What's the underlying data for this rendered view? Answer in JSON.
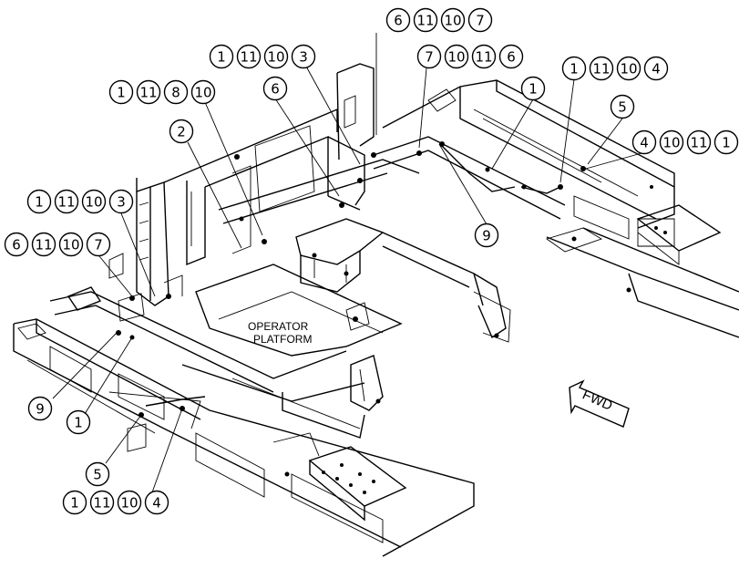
{
  "callout_groups": [
    {
      "name": "callout-group-6-11-10-7-top",
      "nums": [
        "6",
        "11",
        "10",
        "7"
      ]
    },
    {
      "name": "callout-group-1-11-10-3-top",
      "nums": [
        "1",
        "11",
        "10",
        "3"
      ]
    },
    {
      "name": "callout-group-7-10-11-6",
      "nums": [
        "7",
        "10",
        "11",
        "6"
      ]
    },
    {
      "name": "callout-group-1-11-10-4-right",
      "nums": [
        "1",
        "11",
        "10",
        "4"
      ]
    },
    {
      "name": "callout-group-1-11-8-10",
      "nums": [
        "1",
        "11",
        "8",
        "10"
      ]
    },
    {
      "name": "callout-single-6",
      "nums": [
        "6"
      ]
    },
    {
      "name": "callout-single-1-right",
      "nums": [
        "1"
      ]
    },
    {
      "name": "callout-single-5-right",
      "nums": [
        "5"
      ]
    },
    {
      "name": "callout-single-2",
      "nums": [
        "2"
      ]
    },
    {
      "name": "callout-group-4-10-11-1",
      "nums": [
        "4",
        "10",
        "11",
        "1"
      ]
    },
    {
      "name": "callout-group-1-11-10-3-left",
      "nums": [
        "1",
        "11",
        "10",
        "3"
      ]
    },
    {
      "name": "callout-single-9-center",
      "nums": [
        "9"
      ]
    },
    {
      "name": "callout-group-6-11-10-7-left",
      "nums": [
        "6",
        "11",
        "10",
        "7"
      ]
    },
    {
      "name": "callout-single-9-left",
      "nums": [
        "9"
      ]
    },
    {
      "name": "callout-single-1-left",
      "nums": [
        "1"
      ]
    },
    {
      "name": "callout-single-5-left",
      "nums": [
        "5"
      ]
    },
    {
      "name": "callout-group-1-11-10-4-bottom",
      "nums": [
        "1",
        "11",
        "10",
        "4"
      ]
    }
  ],
  "labels": {
    "operator_line1": "OPERATOR",
    "operator_line2": "PLATFORM",
    "fwd": "FWD"
  },
  "colors": {
    "ink": "#000000",
    "paper": "#ffffff"
  }
}
